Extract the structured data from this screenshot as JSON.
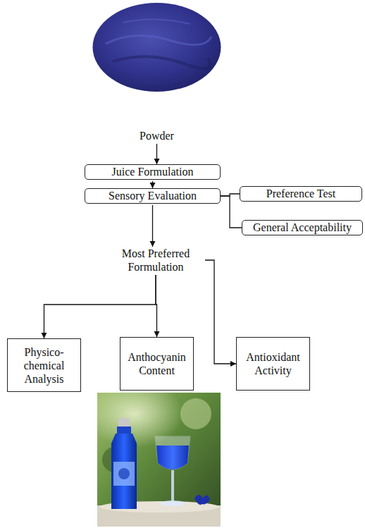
{
  "diagram": {
    "nodes": [
      {
        "text": [
          "Powder"
        ]
      },
      {
        "text": [
          "Juice Formulation"
        ]
      },
      {
        "text": [
          "Sensory Evaluation"
        ]
      },
      {
        "text": [
          "Preference Test"
        ]
      },
      {
        "text": [
          "General Acceptability"
        ]
      },
      {
        "text": [
          "Most Preferred Formulation"
        ]
      },
      {
        "text": [
          "Physico- chemical Analysis"
        ]
      },
      {
        "text": [
          "Anthocyanin Content"
        ]
      },
      {
        "text": [
          "Antioxidant Activity"
        ]
      }
    ],
    "edges": [
      {
        "from": 0,
        "to": 1,
        "arrow": "to"
      },
      {
        "from": 1,
        "to": 2,
        "arrow": "to"
      },
      {
        "from": 2,
        "to": 3,
        "arrow": "none"
      },
      {
        "from": 2,
        "to": 4,
        "arrow": "none"
      },
      {
        "from": 2,
        "to": 5,
        "arrow": "to"
      },
      {
        "from": 5,
        "to": 6,
        "arrow": "to"
      },
      {
        "from": 5,
        "to": 7,
        "arrow": "to"
      },
      {
        "from": 5,
        "to": 8,
        "arrow": "to"
      }
    ]
  }
}
